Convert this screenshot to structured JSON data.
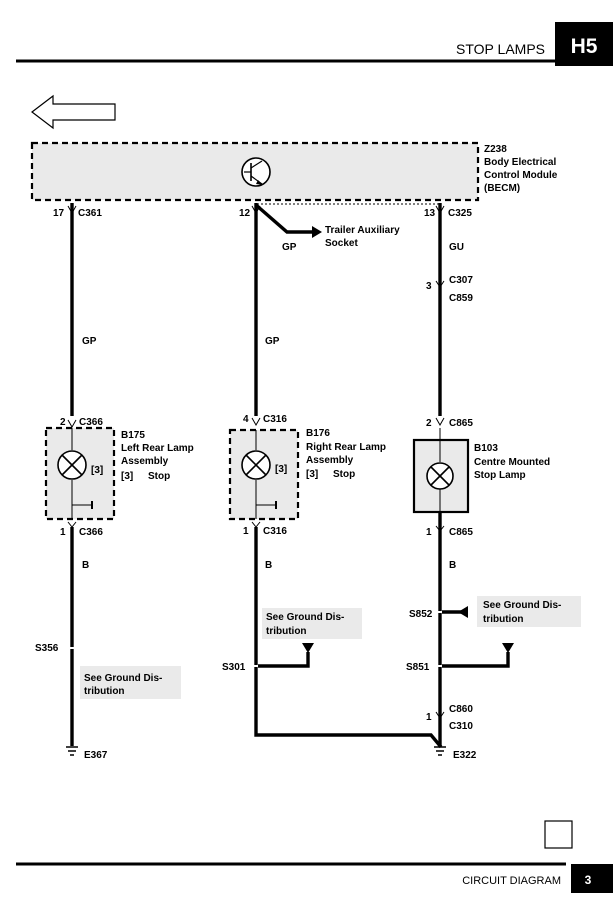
{
  "header": {
    "title": "STOP LAMPS",
    "code": "H5"
  },
  "footer": {
    "title": "CIRCUIT DIAGRAM",
    "page": "3"
  },
  "icons": {
    "direction": "left-arrow-icon",
    "module": "transistor-icon",
    "lamp": "lamp-icon",
    "ground": "ground-icon"
  },
  "module": {
    "id": "Z238",
    "name_line1": "Body Electrical",
    "name_line2": "Control Module",
    "name_line3": "(BECM)"
  },
  "pins": {
    "p17": {
      "pin": "17",
      "connector": "C361"
    },
    "p12": {
      "pin": "12"
    },
    "p13": {
      "pin": "13",
      "connector": "C325"
    }
  },
  "trailer": {
    "label_line1": "Trailer Auxiliary",
    "label_line2": "Socket",
    "wire_color": "GP"
  },
  "wires": {
    "left": "GP",
    "middle": "GP",
    "right_top": "GU",
    "left_ground": "B",
    "middle_ground": "B",
    "right_ground": "B"
  },
  "inline_connector": {
    "pin": "3",
    "connector_a": "C307",
    "connector_b": "C859"
  },
  "lamps": {
    "left": {
      "top_pin": "2",
      "top_connector": "C366",
      "id": "B175",
      "name_line1": "Left Rear Lamp",
      "name_line2": "Assembly",
      "ref": "[3]",
      "ref_label": "[3]",
      "function": "Stop",
      "bottom_pin": "1",
      "bottom_connector": "C366"
    },
    "middle": {
      "top_pin": "4",
      "top_connector": "C316",
      "id": "B176",
      "name_line1": "Right Rear Lamp",
      "name_line2": "Assembly",
      "ref": "[3]",
      "ref_label": "[3]",
      "function": "Stop",
      "bottom_pin": "1",
      "bottom_connector": "C316"
    },
    "right": {
      "top_pin": "2",
      "top_connector": "C865",
      "id": "B103",
      "name_line1": "Centre Mounted",
      "name_line2": "Stop Lamp",
      "bottom_pin": "1",
      "bottom_connector": "C865"
    }
  },
  "splices": {
    "s356": "S356",
    "s301": "S301",
    "s852": "S852",
    "s851": "S851"
  },
  "ground_notes": {
    "left": {
      "line1": "See Ground Dis-",
      "line2": "tribution"
    },
    "middle": {
      "line1": "See Ground Dis-",
      "line2": "tribution"
    },
    "right": {
      "line1": "See Ground Dis-",
      "line2": "tribution"
    }
  },
  "bottom_connector": {
    "pin": "1",
    "connector_a": "C860",
    "connector_b": "C310"
  },
  "grounds": {
    "e367": "E367",
    "e322": "E322"
  }
}
